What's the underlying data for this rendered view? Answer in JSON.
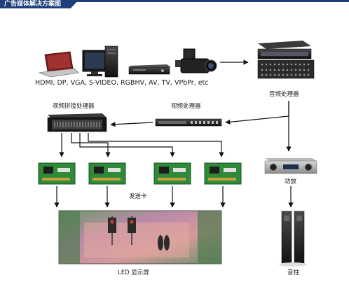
{
  "header": {
    "title": "广告媒体解决方案图"
  },
  "labels": {
    "sources": "HDMI, DP, VGA, S-VIDEO, RGBHV, AV, TV, VPbPr, etc",
    "audio_processor": "音频处理器",
    "video_splicer": "视频拼接处理器",
    "video_processor": "视频处理器",
    "send_card": "发送卡",
    "amplifier": "功放",
    "led_screen": "LED 显示屏",
    "speaker": "音柱"
  },
  "colors": {
    "header_bg": "#1e3f7a",
    "arrow": "#111111",
    "card_pcb": "#2f8a3a"
  },
  "icons": [
    "laptop-icon",
    "desktop-computer-icon",
    "dvd-player-icon",
    "camcorder-icon",
    "audio-matrix-icon",
    "video-splicer-icon",
    "video-processor-icon",
    "send-card-icon",
    "amplifier-icon",
    "led-screen-icon",
    "speaker-column-icon"
  ]
}
